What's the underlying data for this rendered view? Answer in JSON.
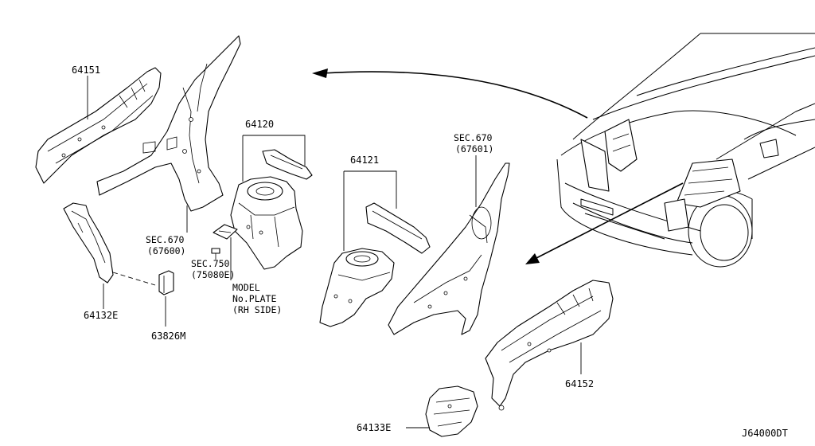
{
  "parts": {
    "p64151": "64151",
    "p64120": "64120",
    "p64121": "64121",
    "p64132e": "64132E",
    "p63826m": "63826M",
    "p64152": "64152",
    "p64133e": "64133E"
  },
  "references": {
    "sec670_left_line1": "SEC.670",
    "sec670_left_line2": "(67600)",
    "sec750_line1": "SEC.750",
    "sec750_line2": "(75080E)",
    "sec670_right_line1": "SEC.670",
    "sec670_right_line2": "(67601)"
  },
  "notes": {
    "model_plate_line1": "MODEL",
    "model_plate_line2": "No.PLATE",
    "model_plate_line3": "(RH SIDE)"
  },
  "diagram_code": "J64000DT"
}
